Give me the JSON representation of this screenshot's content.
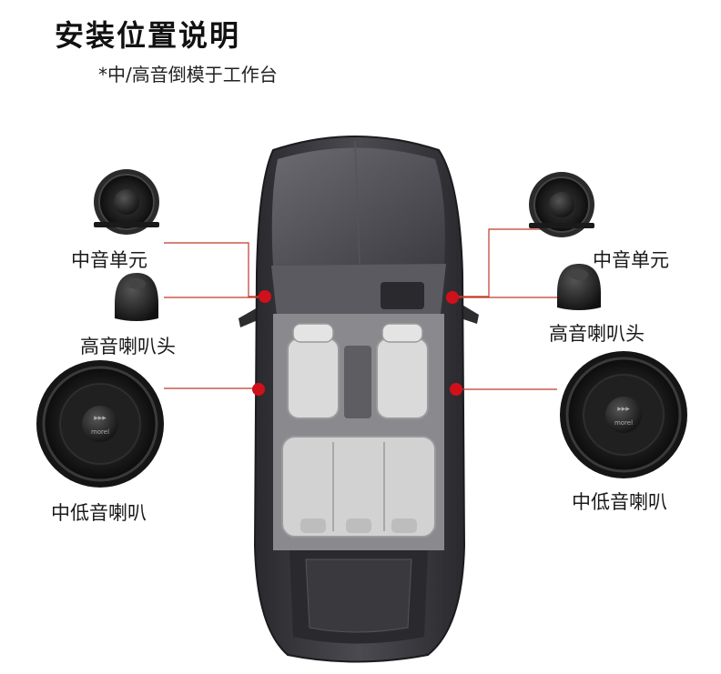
{
  "header": {
    "title": "安装位置说明",
    "subtitle": "*中/高音倒模于工作台"
  },
  "labels": {
    "mid_left": "中音单元",
    "tweeter_left": "高音喇叭头",
    "woofer_left": "中低音喇叭",
    "mid_right": "中音单元",
    "tweeter_right": "高音喇叭头",
    "woofer_right": "中低音喇叭"
  },
  "brand": {
    "logo_text": "morel"
  },
  "colors": {
    "marker": "#d0101a",
    "leader_line": "#c0392b",
    "car_body": "#3a3a3e",
    "seats": "#d6d6d6"
  }
}
